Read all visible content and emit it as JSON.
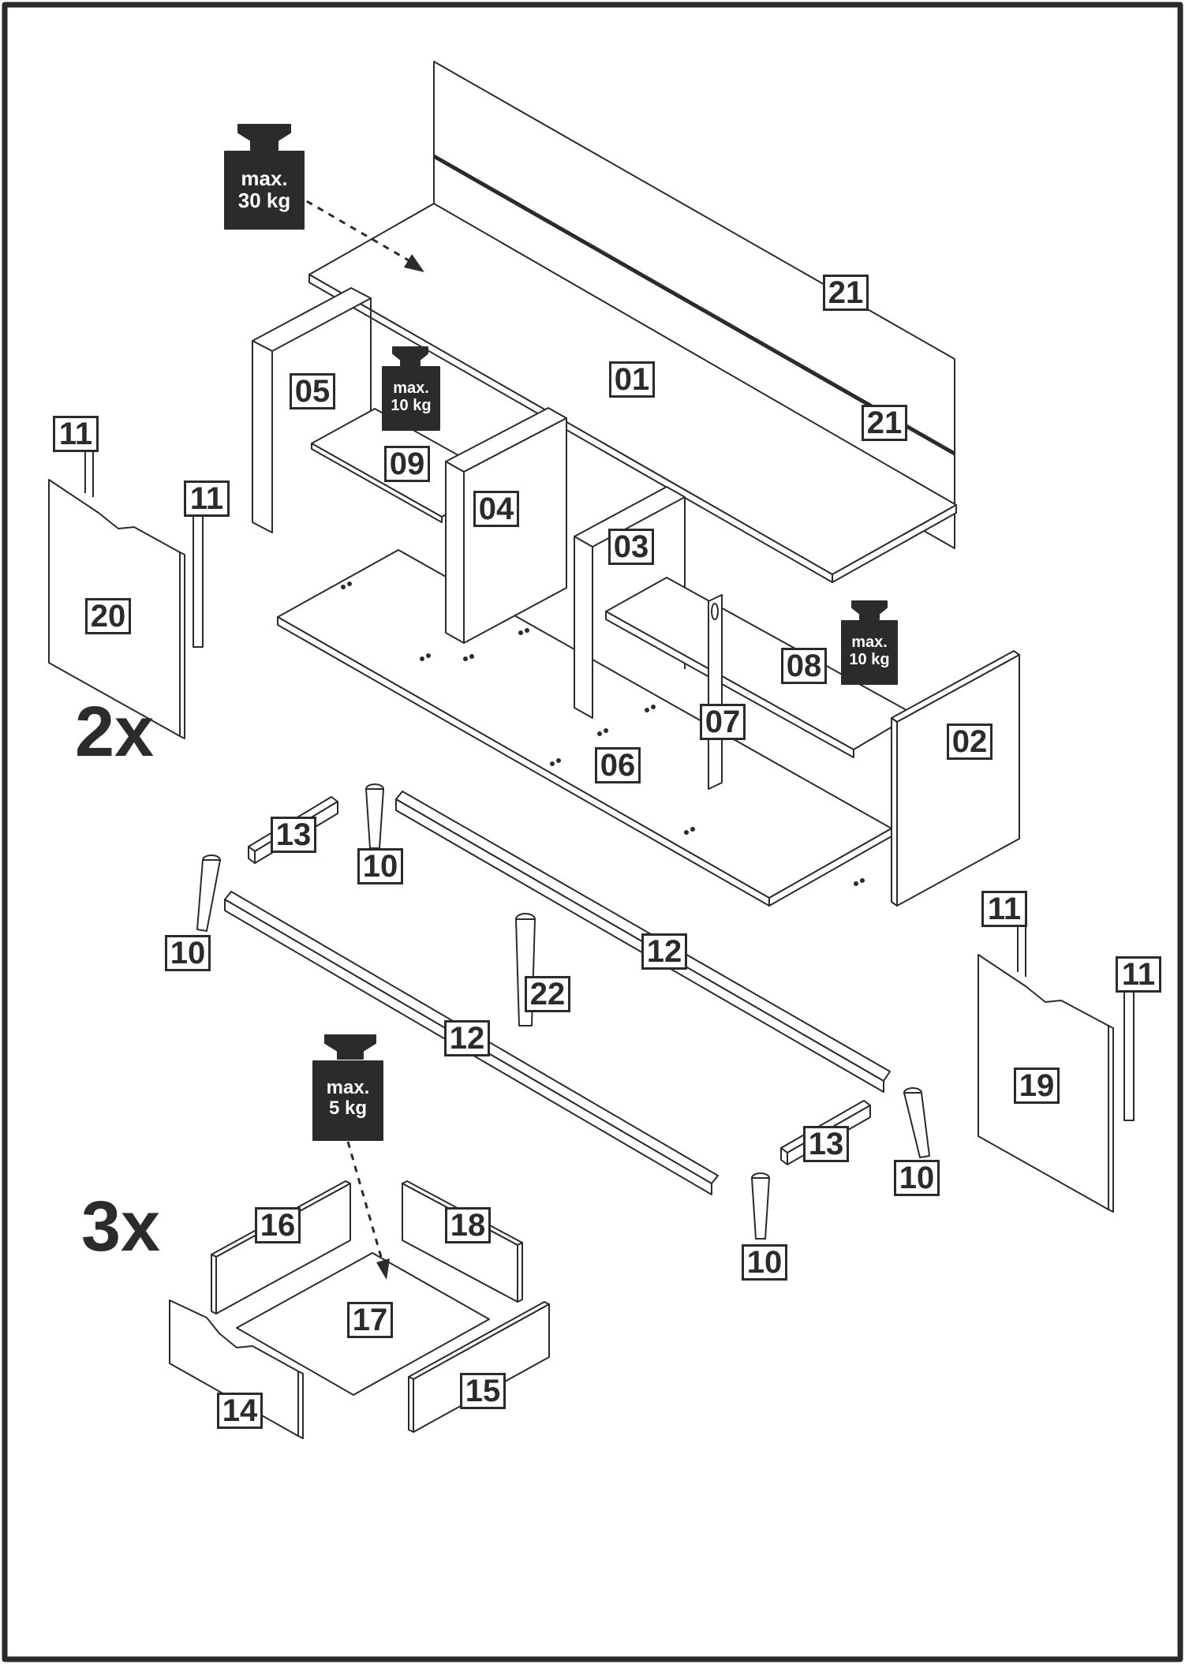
{
  "diagram": {
    "parts": {
      "p01": "01",
      "p02": "02",
      "p03": "03",
      "p04": "04",
      "p05": "05",
      "p06": "06",
      "p07": "07",
      "p08": "08",
      "p09": "09",
      "p10a": "10",
      "p10b": "10",
      "p10c": "10",
      "p10d": "10",
      "p11a": "11",
      "p11b": "11",
      "p11c": "11",
      "p11d": "11",
      "p12a": "12",
      "p12b": "12",
      "p13a": "13",
      "p13b": "13",
      "p14": "14",
      "p15": "15",
      "p16": "16",
      "p17": "17",
      "p18": "18",
      "p19": "19",
      "p20": "20",
      "p21a": "21",
      "p21b": "21",
      "p22": "22"
    },
    "weight_limits": {
      "top": "max.\n30 kg",
      "left_shelf": "max.\n10 kg",
      "right_shelf": "max.\n10 kg",
      "drawer": "max.\n5 kg"
    },
    "multipliers": {
      "doors": "2x",
      "drawers": "3x"
    }
  }
}
